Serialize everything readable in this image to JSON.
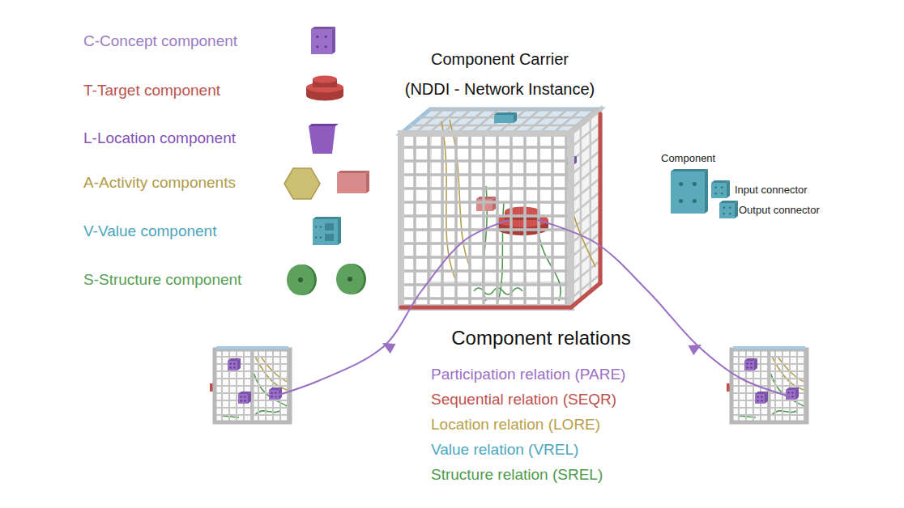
{
  "diagram": {
    "nodes": [
      {
        "text": [
          "Component Carrier",
          "(NDDI - Network Instance)"
        ]
      }
    ],
    "labels": [
      "Component",
      "Input connector",
      "Output connector",
      "Component relations",
      "Participation relation (PARE)",
      "Sequential relation (SEQR)",
      "Location relation (LORE)",
      "Value relation (VREL)",
      "Structure relation (SREL)"
    ],
    "legend": [
      {
        "text": "C-Concept component"
      },
      {
        "text": "T-Target component"
      },
      {
        "text": "L-Location component"
      },
      {
        "text": "A-Activity components"
      },
      {
        "text": "V-Value component"
      },
      {
        "text": "S-Structure component"
      }
    ]
  }
}
